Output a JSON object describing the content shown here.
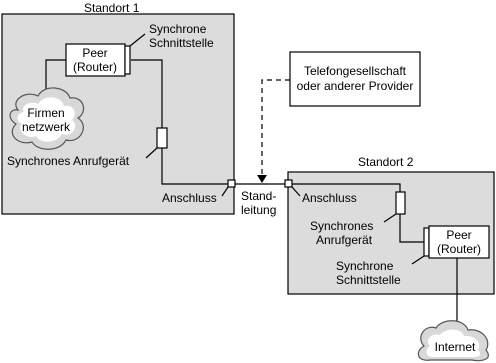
{
  "site1": {
    "title": "Standort 1"
  },
  "site2": {
    "title": "Standort 2"
  },
  "peer_site1": {
    "line1": "Peer",
    "line2": "(Router)"
  },
  "peer_site2": {
    "line1": "Peer",
    "line2": "(Router)"
  },
  "sync_interface_site1": {
    "line1": "Synchrone",
    "line2": "Schnittstelle"
  },
  "sync_interface_site2": {
    "line1": "Synchrone",
    "line2": "Schnittstelle"
  },
  "sync_dialer_site1": {
    "label": "Synchrones Anrufgerät"
  },
  "sync_dialer_site2": {
    "line1": "Synchrones",
    "line2": "Anrufgerät"
  },
  "connection_site1": {
    "label": "Anschluss"
  },
  "connection_site2": {
    "label": "Anschluss"
  },
  "leased_line": {
    "line1": "Stand-",
    "line2": "leitung"
  },
  "provider": {
    "line1": "Telefongesellschaft",
    "line2": "oder anderer Provider"
  },
  "company_network": {
    "line1": "Firmen",
    "line2": "netzwerk"
  },
  "internet": {
    "label": "Internet"
  }
}
